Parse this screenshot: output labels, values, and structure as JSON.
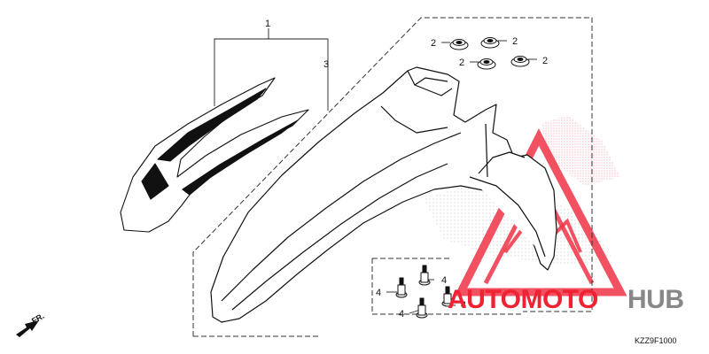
{
  "diagram_code": "KZZ9F1000",
  "direction_label": "FR.",
  "watermark": {
    "brand_part1": "AUTOMOTO",
    "brand_part2": "HUB",
    "color_primary": "#ee2233",
    "color_secondary": "#888888"
  },
  "callouts": {
    "fender_assy": "1",
    "stripe": "3",
    "grommet": "2",
    "bolt": "4"
  }
}
